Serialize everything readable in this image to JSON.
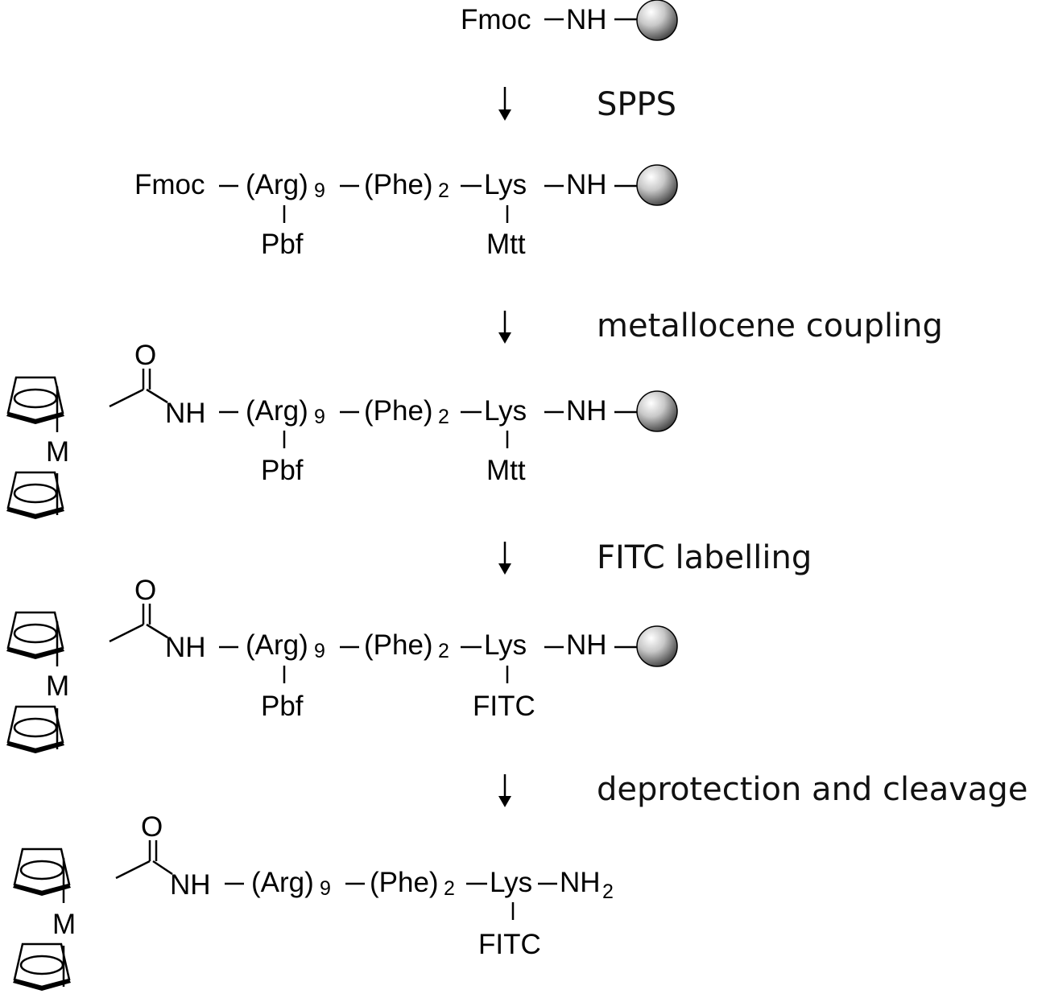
{
  "steps": {
    "step1": "SPPS",
    "step2": "metallocene coupling",
    "step3": "FITC labelling",
    "step4": "deprotection and cleavage"
  },
  "start": {
    "fmoc": "Fmoc",
    "nh": "NH"
  },
  "peptide": {
    "fmoc": "Fmoc",
    "arg": "(Arg)",
    "arg_n": "9",
    "phe": "(Phe)",
    "phe_n": "2",
    "lys": "Lys",
    "nh": "NH",
    "nh2": "NH",
    "nh2_n": "2",
    "amide_nh": "NH",
    "carbonyl_o": "O",
    "metal": "M"
  },
  "protecting_groups": {
    "arg": "Pbf",
    "lys_1": "Mtt",
    "lys_2": "Mtt",
    "lys_3": "FITC",
    "lys_4": "FITC"
  },
  "colors": {
    "bead_light": "#ffffff",
    "bead_dark": "#555555",
    "ink": "#000000"
  }
}
